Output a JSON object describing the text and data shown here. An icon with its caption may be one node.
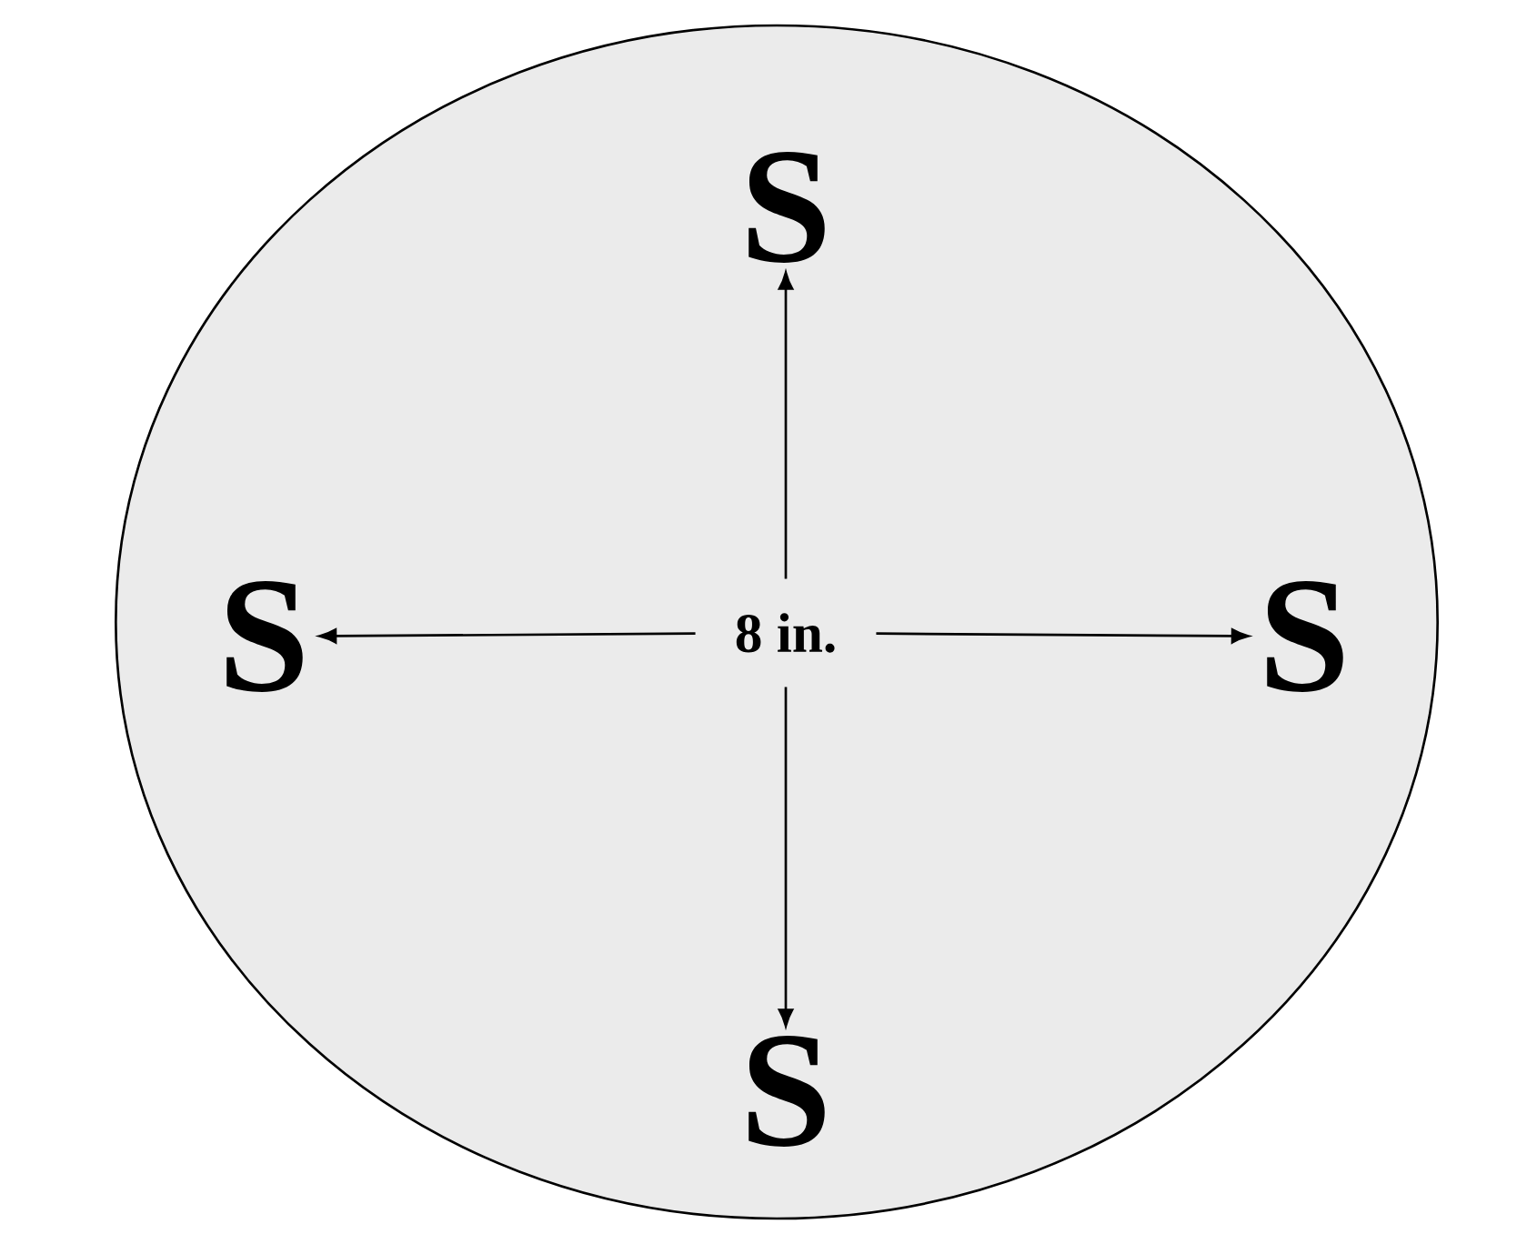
{
  "diagram": {
    "nodes": [
      {
        "text": [],
        "shape": "circle"
      },
      {
        "text": [
          "S"
        ],
        "in": 0
      },
      {
        "text": [
          "S"
        ],
        "in": 0
      },
      {
        "text": [
          "8 in."
        ],
        "in": 0
      },
      {
        "text": [
          "S"
        ],
        "in": 0
      },
      {
        "text": [
          "S"
        ],
        "in": 0
      }
    ],
    "edges": [
      {
        "from": 3,
        "to": 1,
        "arrow": "to"
      },
      {
        "from": 3,
        "to": 2,
        "arrow": "to"
      },
      {
        "from": 3,
        "to": 4,
        "arrow": "to"
      },
      {
        "from": 3,
        "to": 5,
        "arrow": "to"
      }
    ]
  }
}
